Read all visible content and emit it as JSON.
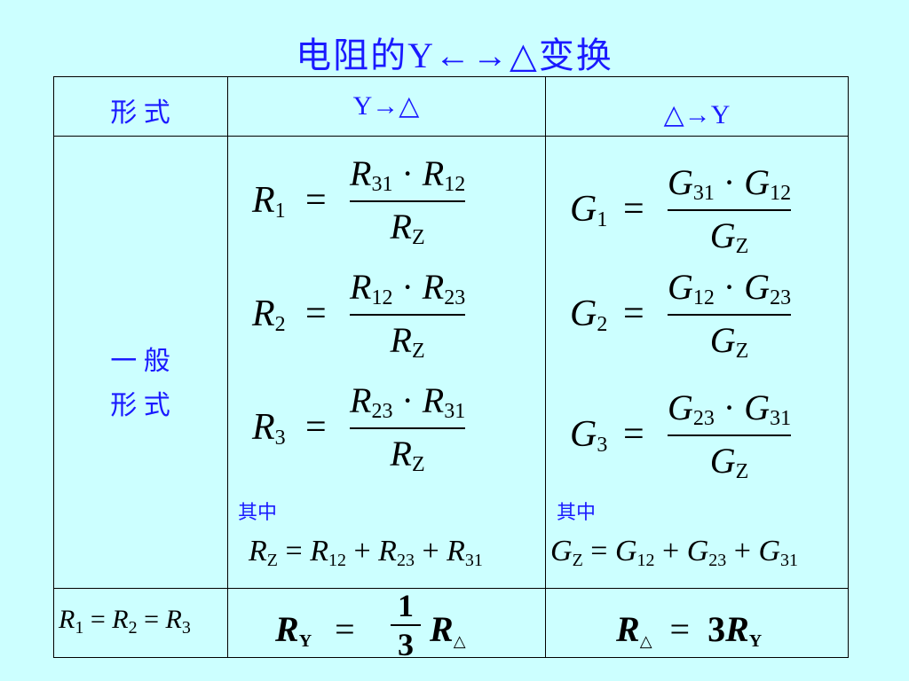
{
  "title": "电阻的Y←→△变换",
  "header": {
    "col1": "形  式",
    "col2": "Y→△",
    "col3": "△→Y"
  },
  "row_general": {
    "label_line1": "一  般",
    "label_line2": "形  式",
    "left_note": "其中",
    "right_note": "其中"
  },
  "left_formulas": [
    {
      "lhs": "R",
      "lhs_sub": "1",
      "num_a": "R",
      "num_a_sub": "31",
      "num_b": "R",
      "num_b_sub": "12",
      "den": "R",
      "den_sub": "Z"
    },
    {
      "lhs": "R",
      "lhs_sub": "2",
      "num_a": "R",
      "num_a_sub": "12",
      "num_b": "R",
      "num_b_sub": "23",
      "den": "R",
      "den_sub": "Z"
    },
    {
      "lhs": "R",
      "lhs_sub": "3",
      "num_a": "R",
      "num_a_sub": "23",
      "num_b": "R",
      "num_b_sub": "31",
      "den": "R",
      "den_sub": "Z"
    }
  ],
  "right_formulas": [
    {
      "lhs": "G",
      "lhs_sub": "1",
      "num_a": "G",
      "num_a_sub": "31",
      "num_b": "G",
      "num_b_sub": "12",
      "den": "G",
      "den_sub": "Z"
    },
    {
      "lhs": "G",
      "lhs_sub": "2",
      "num_a": "G",
      "num_a_sub": "12",
      "num_b": "G",
      "num_b_sub": "23",
      "den": "G",
      "den_sub": "Z"
    },
    {
      "lhs": "G",
      "lhs_sub": "3",
      "num_a": "G",
      "num_a_sub": "23",
      "num_b": "G",
      "num_b_sub": "31",
      "den": "G",
      "den_sub": "Z"
    }
  ],
  "left_sum": {
    "lhs": "R",
    "lhs_sub": "Z",
    "t1": "R",
    "t1_sub": "12",
    "t2": "R",
    "t2_sub": "23",
    "t3": "R",
    "t3_sub": "31"
  },
  "right_sum": {
    "lhs": "G",
    "lhs_sub": "Z",
    "t1": "G",
    "t1_sub": "12",
    "t2": "G",
    "t2_sub": "23",
    "t3": "G",
    "t3_sub": "31"
  },
  "row_special": {
    "cond_a": "R",
    "cond_a_sub": "1",
    "cond_b": "R",
    "cond_b_sub": "2",
    "cond_c": "R",
    "cond_c_sub": "3",
    "left_lhs": "R",
    "left_lhs_sub": "Y",
    "left_num": "1",
    "left_den": "3",
    "left_rhs": "R",
    "left_rhs_sub": "△",
    "right_lhs": "R",
    "right_lhs_sub": "△",
    "right_coef": "3",
    "right_rhs": "R",
    "right_rhs_sub": "Y"
  },
  "symbols": {
    "eq": "=",
    "dot": "·",
    "plus": "+"
  }
}
